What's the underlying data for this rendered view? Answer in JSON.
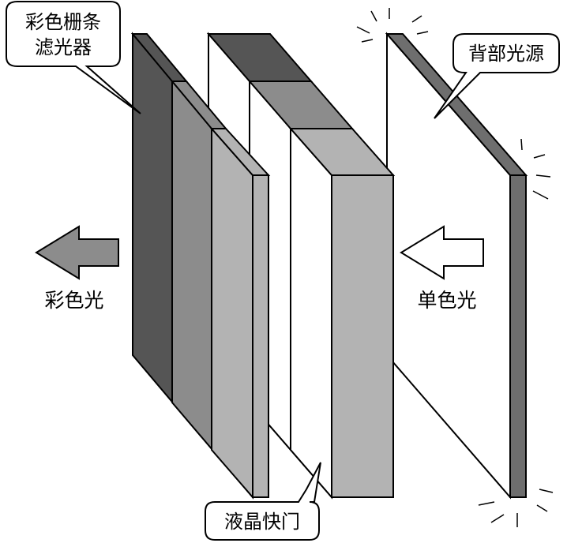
{
  "labels": {
    "color_filter_line1": "彩色栅条",
    "color_filter_line2": "滤光器",
    "backlight": "背部光源",
    "color_light": "彩色光",
    "mono_light": "单色光",
    "lc_shutter": "液晶快门"
  },
  "colors": {
    "stroke": "#000000",
    "dark_gray": "#555555",
    "mid_gray": "#8c8c8c",
    "light_gray": "#b3b3b3",
    "panel_white": "#ffffff",
    "backlight_edge": "#6e6e6e"
  }
}
